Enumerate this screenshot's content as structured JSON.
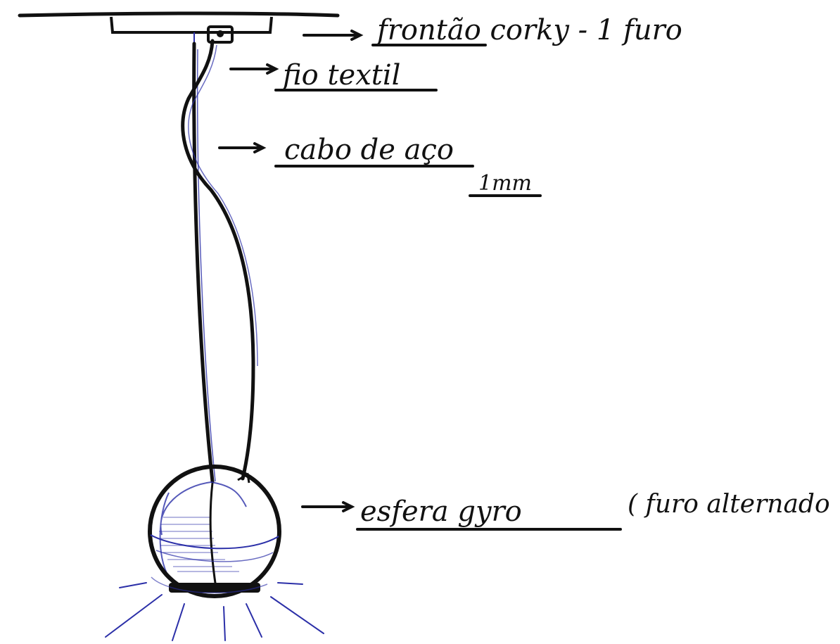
{
  "labels": {
    "canopy": "frontão corky - 1 furo",
    "textile_wire": "fio textil",
    "steel_cable": "cabo de aço",
    "cable_diameter": "1mm",
    "sphere": "esfera gyro",
    "sphere_note": "( furo alternado"
  },
  "colors": {
    "ink_black": "#111111",
    "ink_blue": "#2b2fa8",
    "paper": "#ffffff"
  }
}
